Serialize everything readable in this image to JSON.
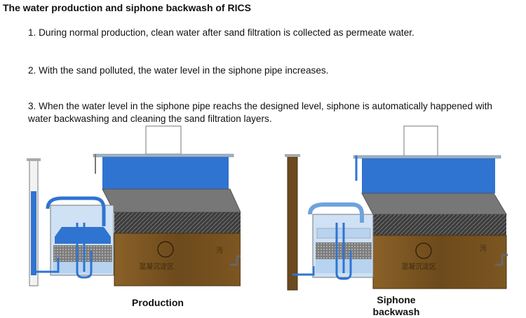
{
  "title": "The water production and siphone backwash of RICS",
  "steps": [
    "1. During normal production, clean water after sand filtration is collected as permeate water.",
    "2. With the sand polluted, the water level in the siphone pipe increases.",
    "3. When the water level in the siphone pipe reachs the designed level, siphone is automatically happened with water backwashing and cleaning the sand filtration layers."
  ],
  "diagrams": [
    {
      "caption": "Production",
      "zone_label": "混凝沉淀区",
      "side_label": "污"
    },
    {
      "caption_line1": "Siphone",
      "caption_line2": "backwash",
      "zone_label": "混凝沉淀区",
      "side_label": "污"
    }
  ],
  "colors": {
    "water": "#2f74d0",
    "light_water": "#b7d3f0",
    "tank": "#6b4a1e",
    "media": "#555555"
  }
}
